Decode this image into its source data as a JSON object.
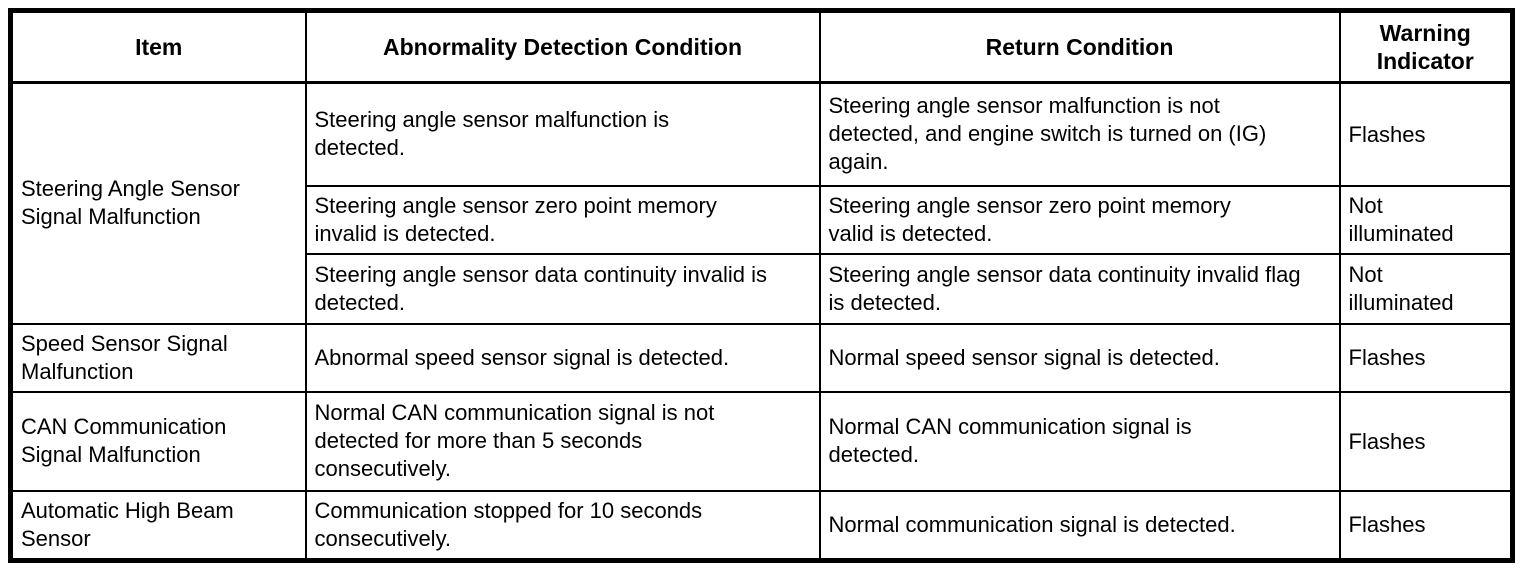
{
  "table": {
    "headers": {
      "item": "Item",
      "abnormality": "Abnormality Detection Condition",
      "return": "Return Condition",
      "warning": "Warning Indicator"
    },
    "groups": [
      {
        "item": "Steering Angle Sensor Signal Malfunction",
        "rows": [
          {
            "abnormality": "Steering angle sensor malfunction is detected.",
            "return": "Steering angle sensor malfunction is not detected, and engine switch is turned on (IG) again.",
            "warning": "Flashes"
          },
          {
            "abnormality": "Steering angle sensor zero point memory invalid is detected.",
            "return": "Steering angle sensor zero point memory valid is detected.",
            "warning": "Not illuminated"
          },
          {
            "abnormality": "Steering angle sensor data continuity invalid is detected.",
            "return": "Steering angle sensor data continuity invalid flag is detected.",
            "warning": "Not illuminated"
          }
        ]
      },
      {
        "item": "Speed Sensor Signal Malfunction",
        "rows": [
          {
            "abnormality": "Abnormal speed sensor signal is detected.",
            "return": "Normal speed sensor signal is detected.",
            "warning": "Flashes"
          }
        ]
      },
      {
        "item": "CAN Communication Signal Malfunction",
        "rows": [
          {
            "abnormality": "Normal CAN communication signal is not detected for more than 5 seconds consecutively.",
            "return": "Normal CAN communication signal is detected.",
            "warning": "Flashes"
          }
        ]
      },
      {
        "item": "Automatic High Beam Sensor",
        "rows": [
          {
            "abnormality": "Communication stopped for 10 seconds consecutively.",
            "return": "Normal communication signal is detected.",
            "warning": "Flashes"
          }
        ]
      }
    ]
  }
}
